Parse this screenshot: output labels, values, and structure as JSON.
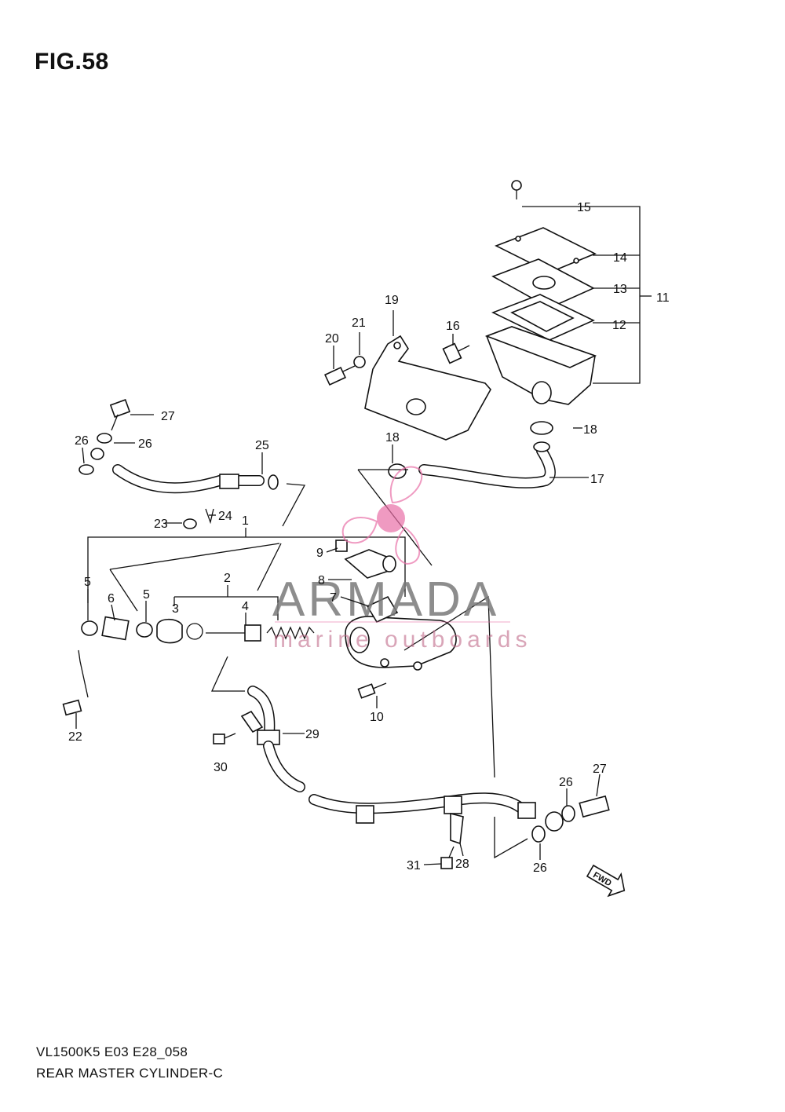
{
  "figure": {
    "title": "FIG.58",
    "model_code": "VL1500K5 E03 E28_058",
    "name": "REAR MASTER CYLINDER-C"
  },
  "watermark": {
    "brand": "ARMADA",
    "tagline": "marine outboards",
    "accent_color": "#e86fa6"
  },
  "fwd_marker": "FWD",
  "callouts": [
    "1",
    "2",
    "3",
    "4",
    "5",
    "5",
    "6",
    "7",
    "8",
    "9",
    "10",
    "11",
    "12",
    "13",
    "14",
    "15",
    "16",
    "17",
    "18",
    "18",
    "19",
    "20",
    "21",
    "22",
    "23",
    "24",
    "25",
    "26",
    "26",
    "26",
    "26",
    "27",
    "27",
    "28",
    "29",
    "30",
    "31"
  ]
}
